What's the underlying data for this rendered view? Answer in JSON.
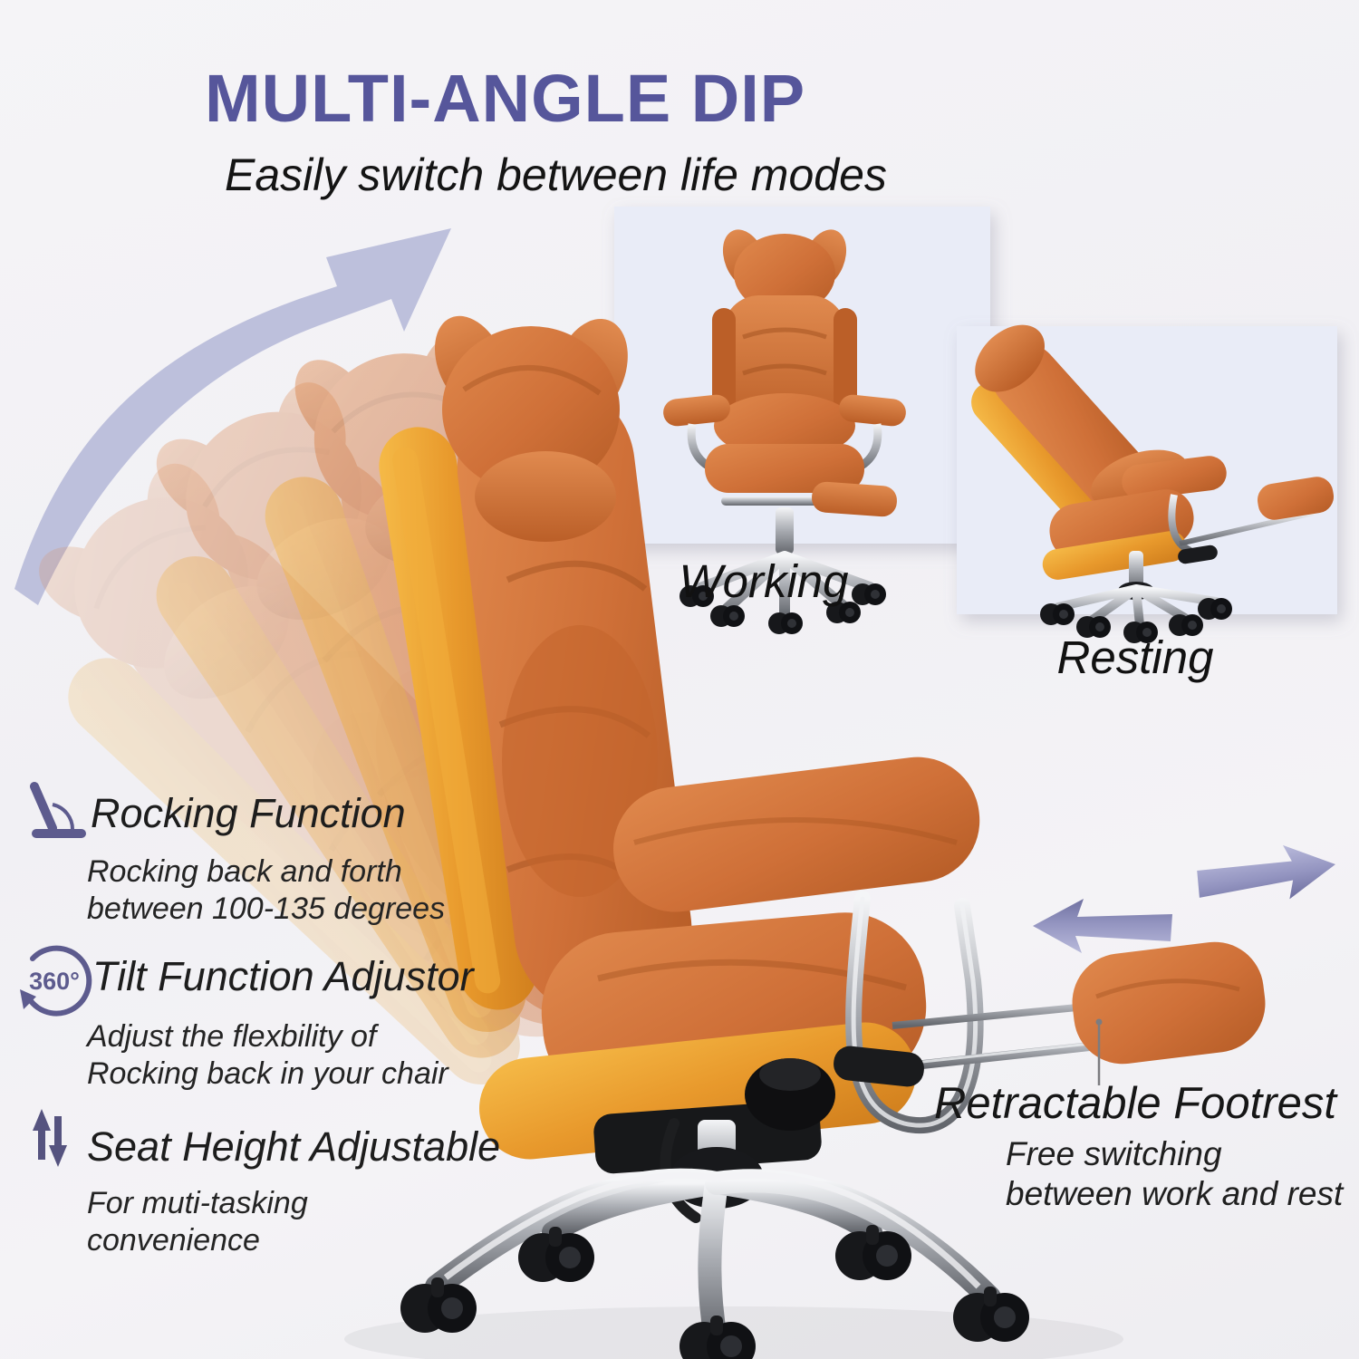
{
  "header": {
    "title": "MULTI-ANGLE DIP",
    "subtitle": "Easily switch between life modes"
  },
  "modes": {
    "working_label": "Working",
    "resting_label": "Resting"
  },
  "features": [
    {
      "icon": "recline-angle-icon",
      "title": "Rocking Function",
      "description": "Rocking back and forth\nbetween 100-135 degrees"
    },
    {
      "icon": "rotate-360-icon",
      "icon_text": "360°",
      "title": "Tilt Function Adjustor",
      "description": "Adjust the flexbility of\nRocking back in your chair"
    },
    {
      "icon": "height-adjust-icon",
      "title": "Seat Height Adjustable",
      "description": "For muti-tasking\nconvenience"
    }
  ],
  "footrest_callout": {
    "title": "Retractable Footrest",
    "description": "Free switching\nbetween work and rest"
  },
  "icons": {
    "swoosh": "curved-recline-arrow-icon",
    "retract": "arrow-left-icon",
    "extend": "arrow-right-icon"
  },
  "colors": {
    "title_purple": "#56569b",
    "icon_purple": "#5d5b8e",
    "arrow_lavender": "#b5b8d8",
    "mode_arrow_purple": "#8b8cb8",
    "panel_background": "#e9ecf7",
    "page_background": "#f3f2f5",
    "chair_leather_orange": "#cf7038",
    "chair_mesh_gold": "#e8992c",
    "chrome": "#c7c9cd",
    "text_black": "#1c1c1c"
  }
}
